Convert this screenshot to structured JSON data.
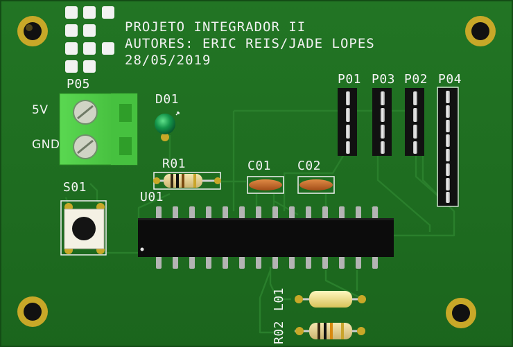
{
  "board": {
    "title_lines": [
      "PROJETO INTEGRADOR II",
      "AUTORES: ERIC REIS/JADE LOPES",
      "28/05/2019"
    ]
  },
  "labels": {
    "p05": "P05",
    "v5": "5V",
    "gnd": "GND",
    "d01": "D01",
    "r01": "R01",
    "u01": "U01",
    "s01": "S01",
    "c01": "C01",
    "c02": "C02",
    "p01": "P01",
    "p03": "P03",
    "p02": "P02",
    "p04": "P04",
    "l01": "L01",
    "r02": "R02"
  },
  "colors": {
    "pcb": "#1e6a1f",
    "pcb_edge": "#124a14",
    "silkscreen": "#f2f2f2",
    "pad_gold": "#c9a92b",
    "terminal_green": "#4fd048",
    "chip_black": "#0c0c0c",
    "led_green": "#0f8a3a",
    "capacitor": "#c9692a",
    "inductor": "#f3e58a"
  }
}
